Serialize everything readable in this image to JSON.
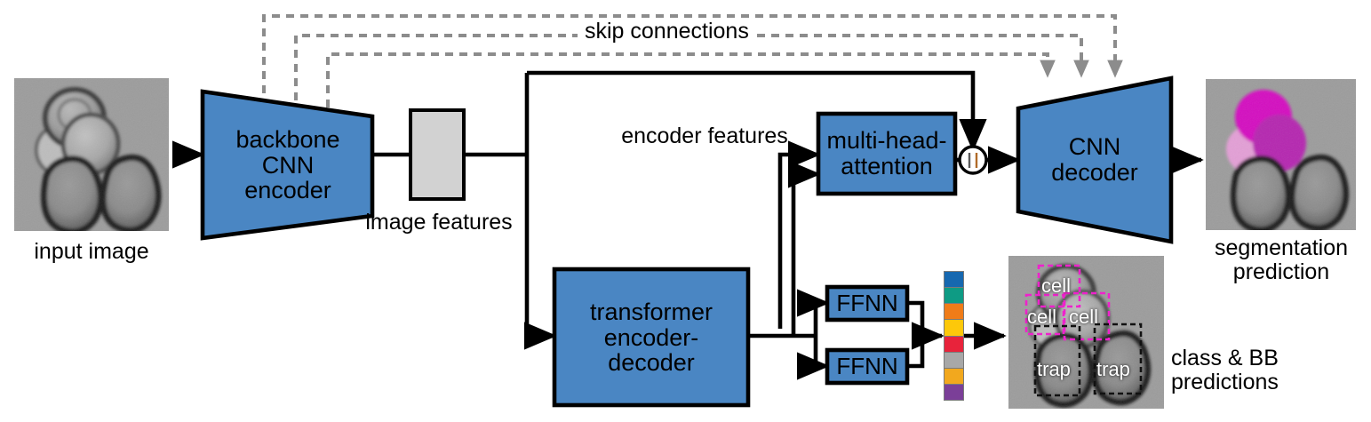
{
  "diagram": {
    "title": "deep learning cell segmentation and detection architecture",
    "accent_blue": "#4a86c3",
    "gray_block": "#d2d2d2",
    "skip_gray": "#8c8c8c",
    "bbox_cell_color": "#ee22cc",
    "bbox_trap_color": "#111111"
  },
  "labels": {
    "skip_connections": "skip connections",
    "input_image": "input image",
    "image_features": "image features",
    "encoder_features": "encoder features",
    "segmentation_prediction_line1": "segmentation",
    "segmentation_prediction_line2": "prediction",
    "class_bb_line1": "class & BB",
    "class_bb_line2": "predictions"
  },
  "blocks": {
    "backbone": {
      "line1": "backbone",
      "line2": "CNN",
      "line3": "encoder"
    },
    "image_features": {
      "label": ""
    },
    "attention": {
      "line1": "multi-head-",
      "line2": "attention"
    },
    "concat": {
      "symbol": "||"
    },
    "decoder": {
      "line1": "CNN",
      "line2": "decoder"
    },
    "transformer": {
      "line1": "transformer",
      "line2": "encoder-",
      "line3": "decoder"
    },
    "ffnn_top": {
      "label": "FFNN"
    },
    "ffnn_bottom": {
      "label": "FFNN"
    }
  },
  "class_swatches": [
    {
      "name": "class-1",
      "color": "#1668b0"
    },
    {
      "name": "class-2",
      "color": "#0e9b84"
    },
    {
      "name": "class-3",
      "color": "#f07c18"
    },
    {
      "name": "class-4",
      "color": "#fdc80a"
    },
    {
      "name": "class-5",
      "color": "#e8233b"
    },
    {
      "name": "class-6",
      "color": "#a8a8a8"
    },
    {
      "name": "class-7",
      "color": "#f2a81e"
    },
    {
      "name": "class-8",
      "color": "#7b3f98"
    }
  ],
  "bbox_predictions": [
    {
      "label": "cell",
      "type": "cell"
    },
    {
      "label": "cell",
      "type": "cell"
    },
    {
      "label": "cell",
      "type": "cell"
    },
    {
      "label": "trap",
      "type": "trap"
    },
    {
      "label": "trap",
      "type": "trap"
    }
  ],
  "skip_connection_count": 3
}
